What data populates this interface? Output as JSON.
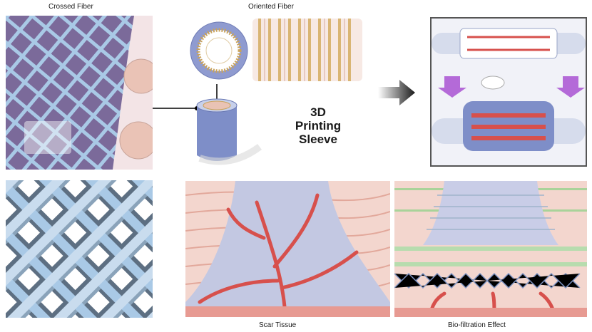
{
  "labels": {
    "crossed_fiber": "Crossed Fiber",
    "oriented_fiber": "Oriented Fiber",
    "printing_line1": "3D",
    "printing_line2": "Printing",
    "printing_line3": "Sleeve",
    "scar_tissue": "Scar Tissue",
    "biofiltration": "Bio-filtration Effect"
  },
  "colors": {
    "fiber_blue": "#a9c9e6",
    "fiber_dark": "#5d6f82",
    "tissue_pink": "#e9b8ae",
    "vessel_red": "#d7504c",
    "scar_lavender": "#c3c8e2",
    "purple_arrow": "#b46ad8",
    "crossed_bg": "#7b6a9a"
  }
}
